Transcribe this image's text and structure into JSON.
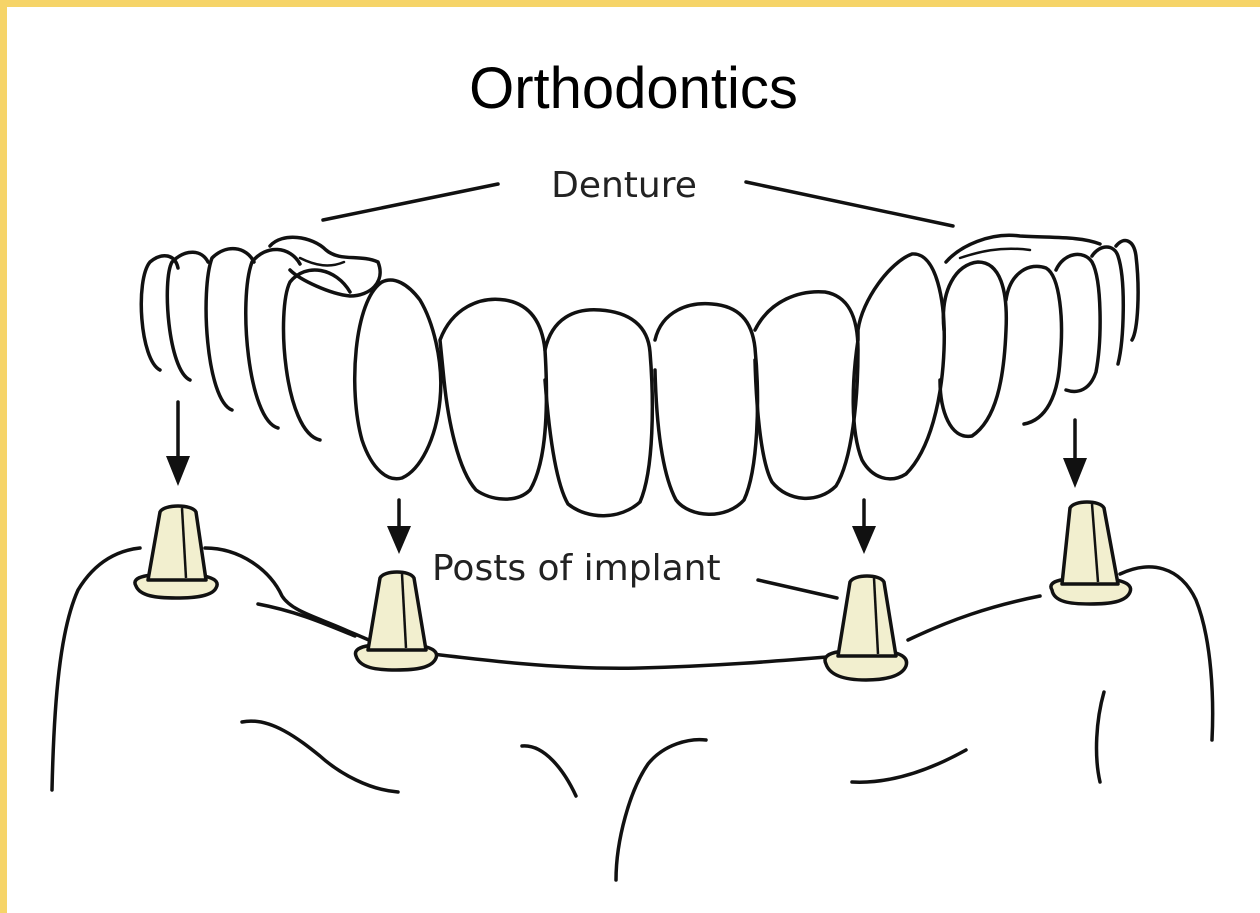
{
  "title": "Orthodontics",
  "labels": {
    "denture": "Denture",
    "posts": "Posts of implant"
  },
  "colors": {
    "frame": "#f6d468",
    "post_fill": "#f2efcf",
    "ink": "#111111"
  }
}
